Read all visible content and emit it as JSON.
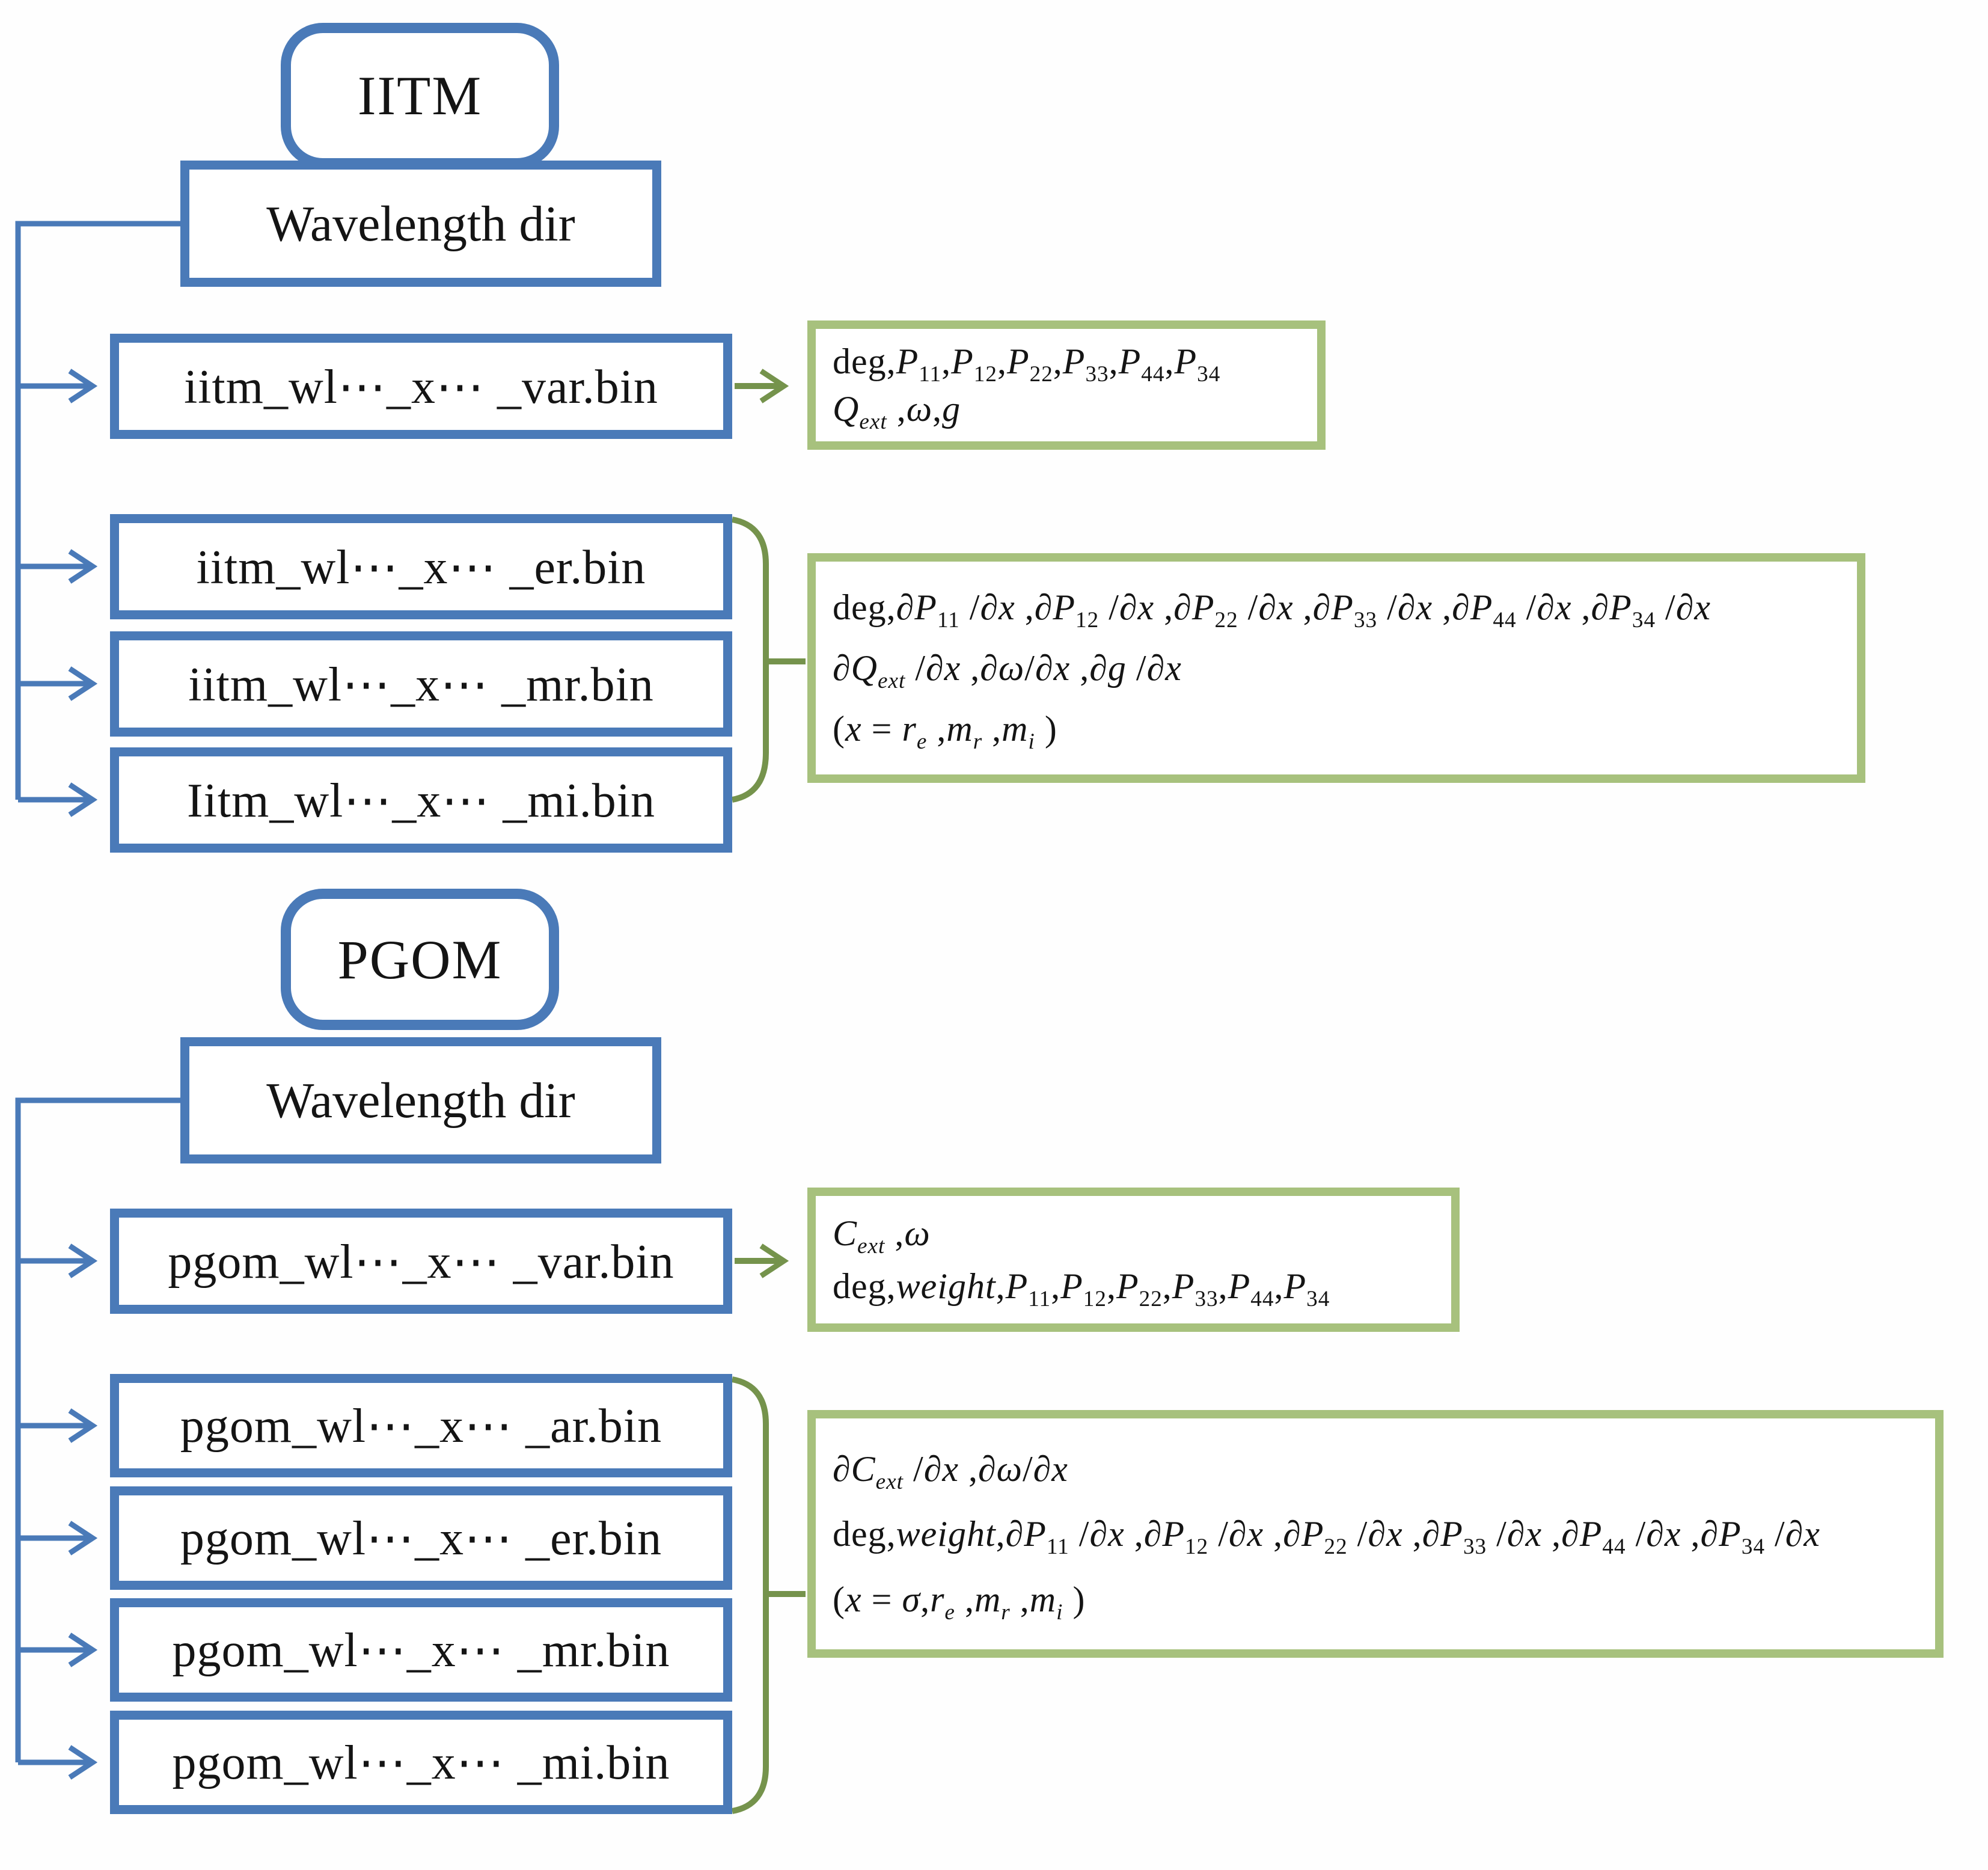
{
  "colors": {
    "blue_border": "#4a7ab8",
    "green_border": "#a7c17d",
    "olive_connector": "#75934c",
    "text": "#141414"
  },
  "iitm": {
    "root_label": "IITM",
    "dir_label": "Wavelength dir",
    "var_file": "iitm_wl⋯_x⋯ _var.bin",
    "group_files": [
      "iitm_wl⋯_x⋯ _er.bin",
      "iitm_wl⋯_x⋯ _mr.bin",
      "Iitm_wl⋯_x⋯ _mi.bin"
    ],
    "var_output_lines": [
      "deg,*P*_11_,*P*_12_,*P*_22_,*P*_33_,*P*_44_,*P*_34_",
      "*Q*_*ext*_ ,*ω*,*g*"
    ],
    "deriv_output_lines": [
      "deg,*∂P*_11_ /*∂x* ,*∂P*_12_ /*∂x* ,*∂P*_22_ /*∂x* ,*∂P*_33_ /*∂x* ,*∂P*_44_ /*∂x* ,*∂P*_34_ /*∂x*",
      "*∂Q*_*ext*_ /*∂x* ,*∂ω*/*∂x* ,*∂g* /*∂x*",
      "(*x* = *r*_*e*_ ,*m*_*r*_ ,*m*_*i*_ )"
    ]
  },
  "pgom": {
    "root_label": "PGOM",
    "dir_label": "Wavelength dir",
    "var_file": "pgom_wl⋯_x⋯ _var.bin",
    "group_files": [
      "pgom_wl⋯_x⋯ _ar.bin",
      "pgom_wl⋯_x⋯ _er.bin",
      "pgom_wl⋯_x⋯ _mr.bin",
      "pgom_wl⋯_x⋯ _mi.bin"
    ],
    "var_output_lines": [
      "*C*_*ext*_ ,*ω*",
      "deg,*weight*,*P*_11_,*P*_12_,*P*_22_,*P*_33_,*P*_44_,*P*_34_"
    ],
    "deriv_output_lines": [
      "*∂C*_*ext*_ /*∂x* ,*∂ω*/*∂x*",
      "deg,*weight*,*∂P*_11_ /*∂x* ,*∂P*_12_ /*∂x* ,*∂P*_22_ /*∂x* ,*∂P*_33_ /*∂x* ,*∂P*_44_ /*∂x* ,*∂P*_34_ /*∂x*",
      "(*x* = *σ*,*r*_*e*_ ,*m*_*r*_ ,*m*_*i*_ )"
    ]
  }
}
